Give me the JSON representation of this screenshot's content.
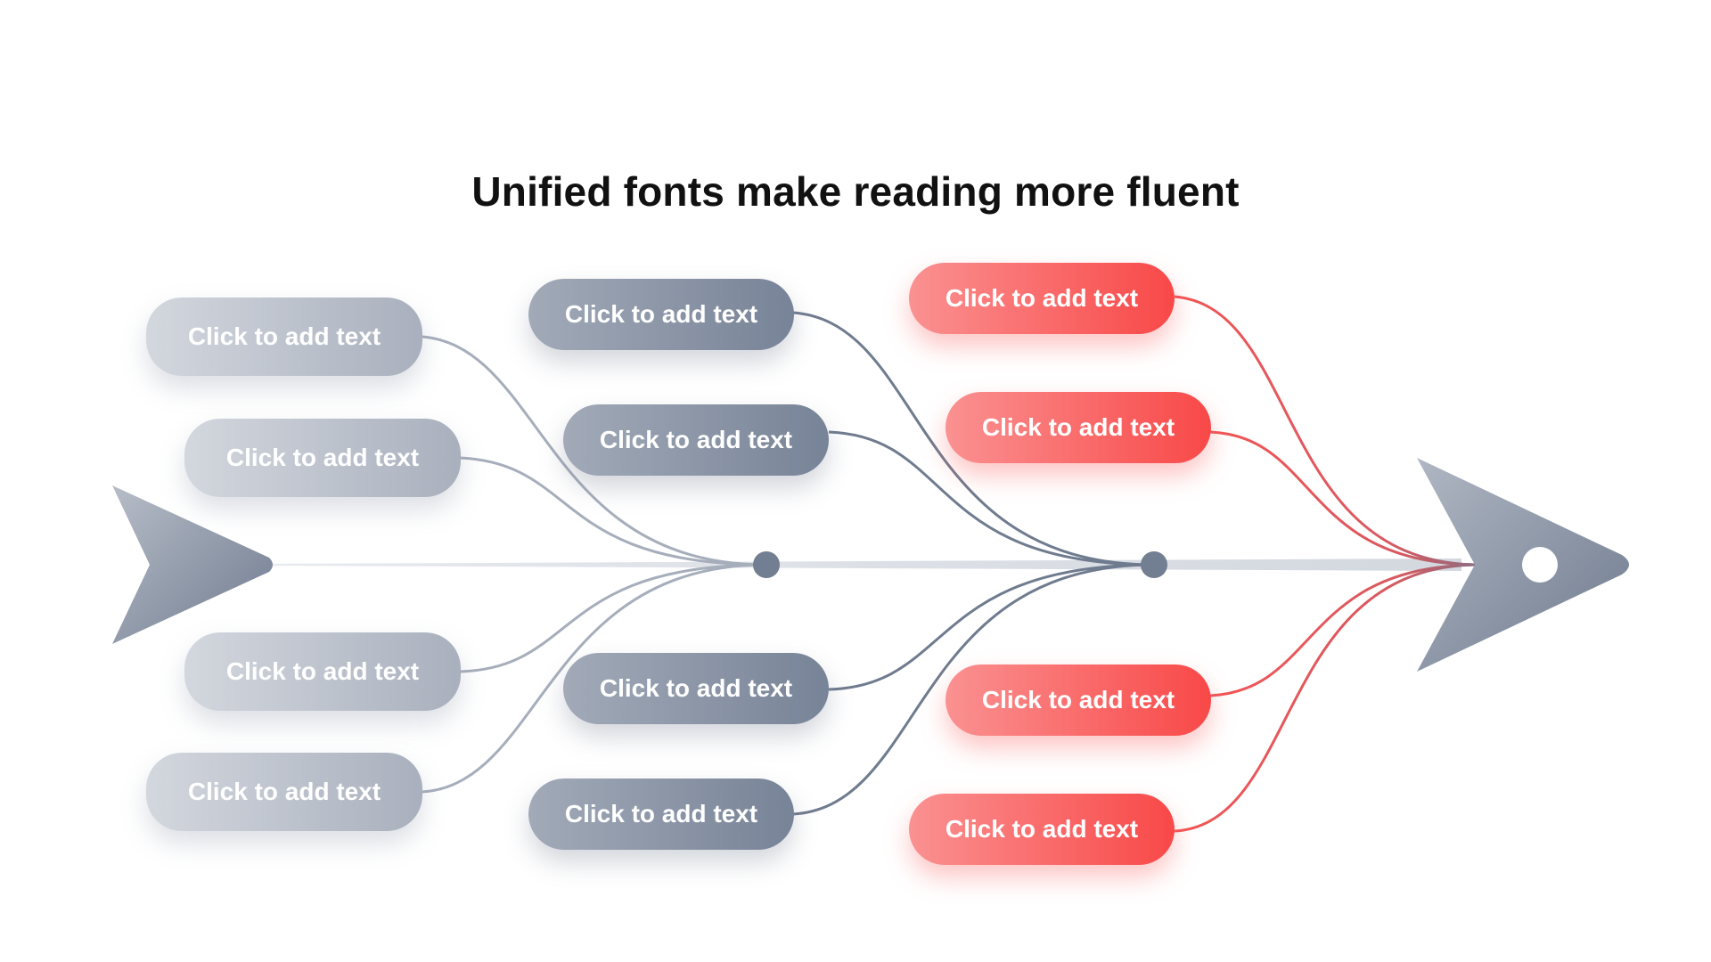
{
  "title": "Unified fonts make reading more fluent",
  "colors": {
    "gray_light": "#a9b0bd",
    "gray_dark": "#778397",
    "red_accent": "#f94848",
    "spine": "#d7dbe1"
  },
  "groups": [
    {
      "name": "left",
      "style": "light",
      "items": [
        {
          "label": "Click to add text"
        },
        {
          "label": "Click to add text"
        },
        {
          "label": "Click to add text"
        },
        {
          "label": "Click to add text"
        }
      ]
    },
    {
      "name": "middle",
      "style": "dark",
      "items": [
        {
          "label": "Click to add text"
        },
        {
          "label": "Click to add text"
        },
        {
          "label": "Click to add text"
        },
        {
          "label": "Click to add text"
        }
      ]
    },
    {
      "name": "right",
      "style": "red",
      "items": [
        {
          "label": "Click to add text"
        },
        {
          "label": "Click to add text"
        },
        {
          "label": "Click to add text"
        },
        {
          "label": "Click to add text"
        }
      ]
    }
  ]
}
